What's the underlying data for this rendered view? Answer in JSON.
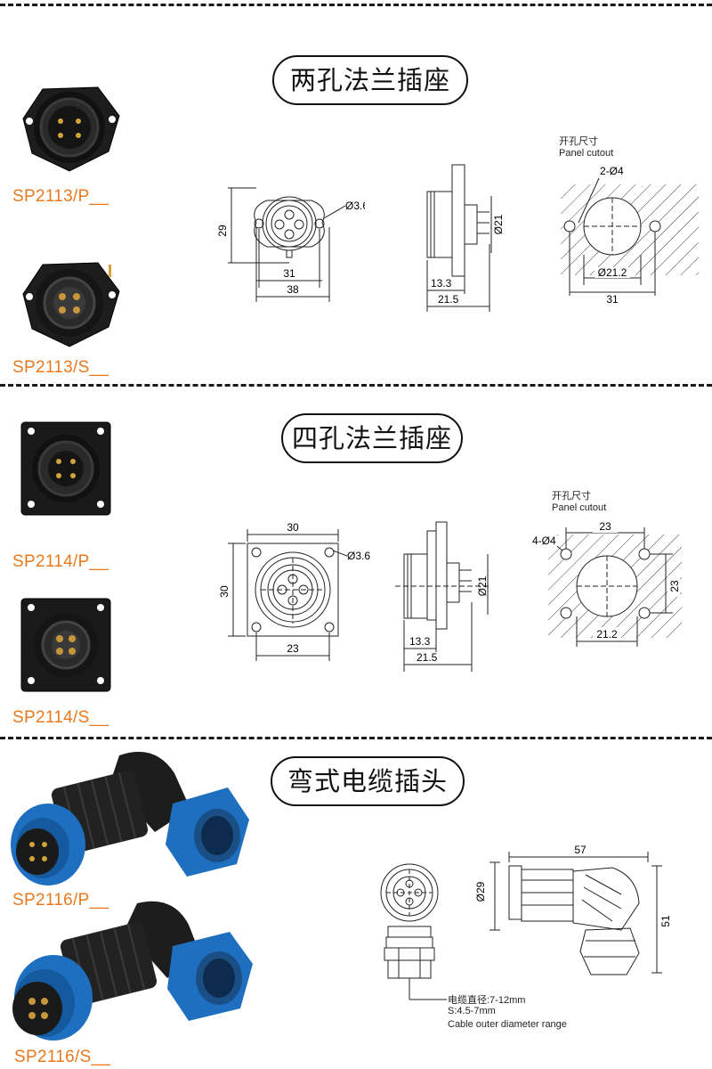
{
  "sections": [
    {
      "title": "两孔法兰插座",
      "models": [
        "SP2113/P__",
        "SP2113/S__"
      ],
      "dims": {
        "height": "29",
        "hole": "Ø3.6",
        "pitch": "31",
        "width": "38",
        "side_dia": "Ø21",
        "side_a": "13.3",
        "side_b": "21.5"
      },
      "cutout": {
        "label_cn": "开孔尺寸",
        "label_en": "Panel cutout",
        "holes": "2-Ø4",
        "dia": "Ø21.2",
        "width": "31"
      }
    },
    {
      "title": "四孔法兰插座",
      "models": [
        "SP2114/P__",
        "SP2114/S__"
      ],
      "dims": {
        "top": "30",
        "left": "30",
        "hole": "Ø3.6",
        "bottom": "23",
        "side_dia": "Ø21",
        "side_a": "13.3",
        "side_b": "21.5"
      },
      "cutout": {
        "label_cn": "开孔尺寸",
        "label_en": "Panel cutout",
        "holes": "4-Ø4",
        "top": "23",
        "right": "23",
        "bottom": "21.2"
      }
    },
    {
      "title": "弯式电缆插头",
      "models": [
        "SP2116/P__",
        "SP2116/S__"
      ],
      "dims": {
        "dia": "Ø29",
        "width": "57",
        "height": "51"
      },
      "cable": {
        "line1": "电缆直径:7-12mm",
        "line2": "S:4.5-7mm",
        "line3": "Cable outer diameter range"
      }
    }
  ],
  "colors": {
    "accent": "#e8781e",
    "plug_blue": "#1e6fbf",
    "plug_black": "#1c1c1c"
  }
}
